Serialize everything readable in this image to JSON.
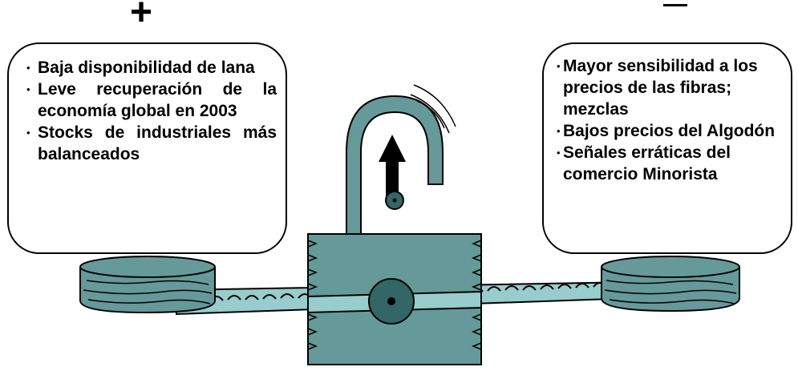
{
  "signs": {
    "plus": "+",
    "minus": "−"
  },
  "left_box": {
    "items": [
      "Baja disponibilidad de lana",
      "Leve recuperación de la economía global en 2003",
      "Stocks de industriales más balanceados"
    ]
  },
  "right_box": {
    "items": [
      "Mayor sensibilidad a los precios de las fibras; mezclas",
      "Bajos precios del Algodón",
      "Señales erráticas del comercio Minorista"
    ]
  },
  "colors": {
    "metal_teal": "#669999",
    "light_beam": "#99cccc",
    "arrow": "#000000",
    "outline": "#000000"
  },
  "icons": [
    "balance-scale-illustration",
    "padlock-icon",
    "up-arrow-icon",
    "pivot-bolt-icon"
  ]
}
